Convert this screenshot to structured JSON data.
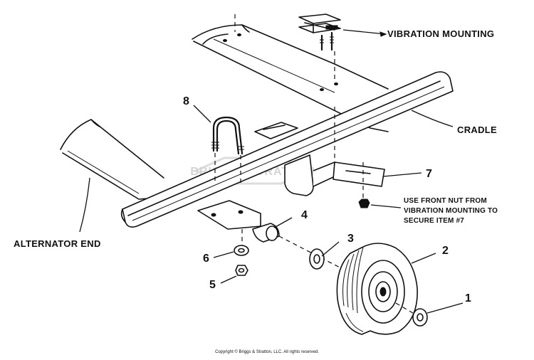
{
  "labels": {
    "vibration_mounting": "VIBRATION MOUNTING",
    "cradle": "CRADLE",
    "alternator_end": "ALTERNATOR END",
    "note_line1": "USE FRONT NUT FROM",
    "note_line2": "VIBRATION MOUNTING TO",
    "note_line3": "SECURE ITEM  #7"
  },
  "callouts": [
    "1",
    "2",
    "3",
    "4",
    "5",
    "6",
    "7",
    "8"
  ],
  "watermark": "BRIGGS&STRATTON",
  "copyright": "Copyright © Briggs & Stratton, LLC. All rights reserved."
}
